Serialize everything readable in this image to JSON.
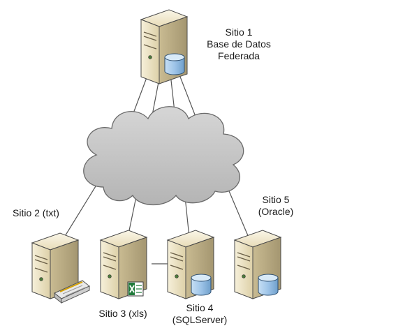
{
  "diagram": {
    "colors": {
      "server_body": "#ece3c4",
      "server_side": "#b9ac86",
      "server_outline": "#4a4a4a",
      "database": "#9ec4e8",
      "cloud_fill": "#c8c8c8",
      "cloud_stroke": "#6a6a6a",
      "link": "#555555",
      "excel_green": "#1f7a3a"
    },
    "nodes": {
      "sitio1": {
        "lines": [
          "Sitio 1",
          "Base de Datos",
          "Federada"
        ],
        "icon": "database-icon"
      },
      "sitio2": {
        "lines": [
          "Sitio 2 (txt)"
        ],
        "icon": "text-file-icon"
      },
      "sitio3": {
        "lines": [
          "Sitio 3 (xls)"
        ],
        "icon": "excel-icon"
      },
      "sitio4": {
        "lines": [
          "Sitio 4",
          "(SQLServer)"
        ],
        "icon": "database-icon"
      },
      "sitio5": {
        "lines": [
          "Sitio 5",
          "(Oracle)"
        ],
        "icon": "database-icon"
      }
    },
    "network": {
      "icon": "cloud-icon"
    }
  }
}
